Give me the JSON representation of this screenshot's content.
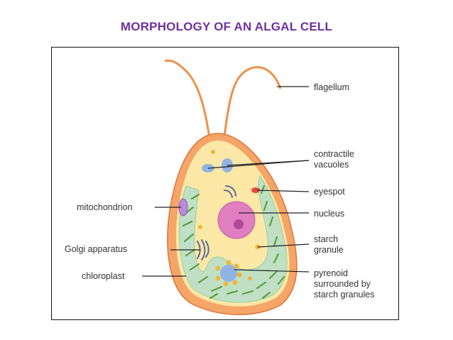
{
  "title": "MORPHOLOGY OF AN ALGAL CELL",
  "labels": {
    "flagellum": "flagellum",
    "contractile_1": "contractile",
    "contractile_2": "vacuoles",
    "eyespot": "eyespot",
    "nucleus": "nucleus",
    "starch_1": "starch",
    "starch_2": "granule",
    "pyrenoid_1": "pyrenoid",
    "pyrenoid_2": "surrounded by",
    "pyrenoid_3": "starch granules",
    "mitochondrion": "mitochondrion",
    "golgi": "Golgi apparatus",
    "chloroplast": "chloroplast"
  },
  "colors": {
    "title": "#7030a0",
    "cell_wall": "#f4a568",
    "cell_wall_edge": "#e0763a",
    "cytoplasm": "#fbe7a6",
    "chloroplast": "#bfe0c4",
    "thylakoid": "#5a9e3e",
    "nucleus": "#e07fc0",
    "vacuole": "#8fb4e3",
    "pyrenoid": "#f0b63c",
    "eyespot": "#e8484a",
    "leader": "#222222"
  }
}
